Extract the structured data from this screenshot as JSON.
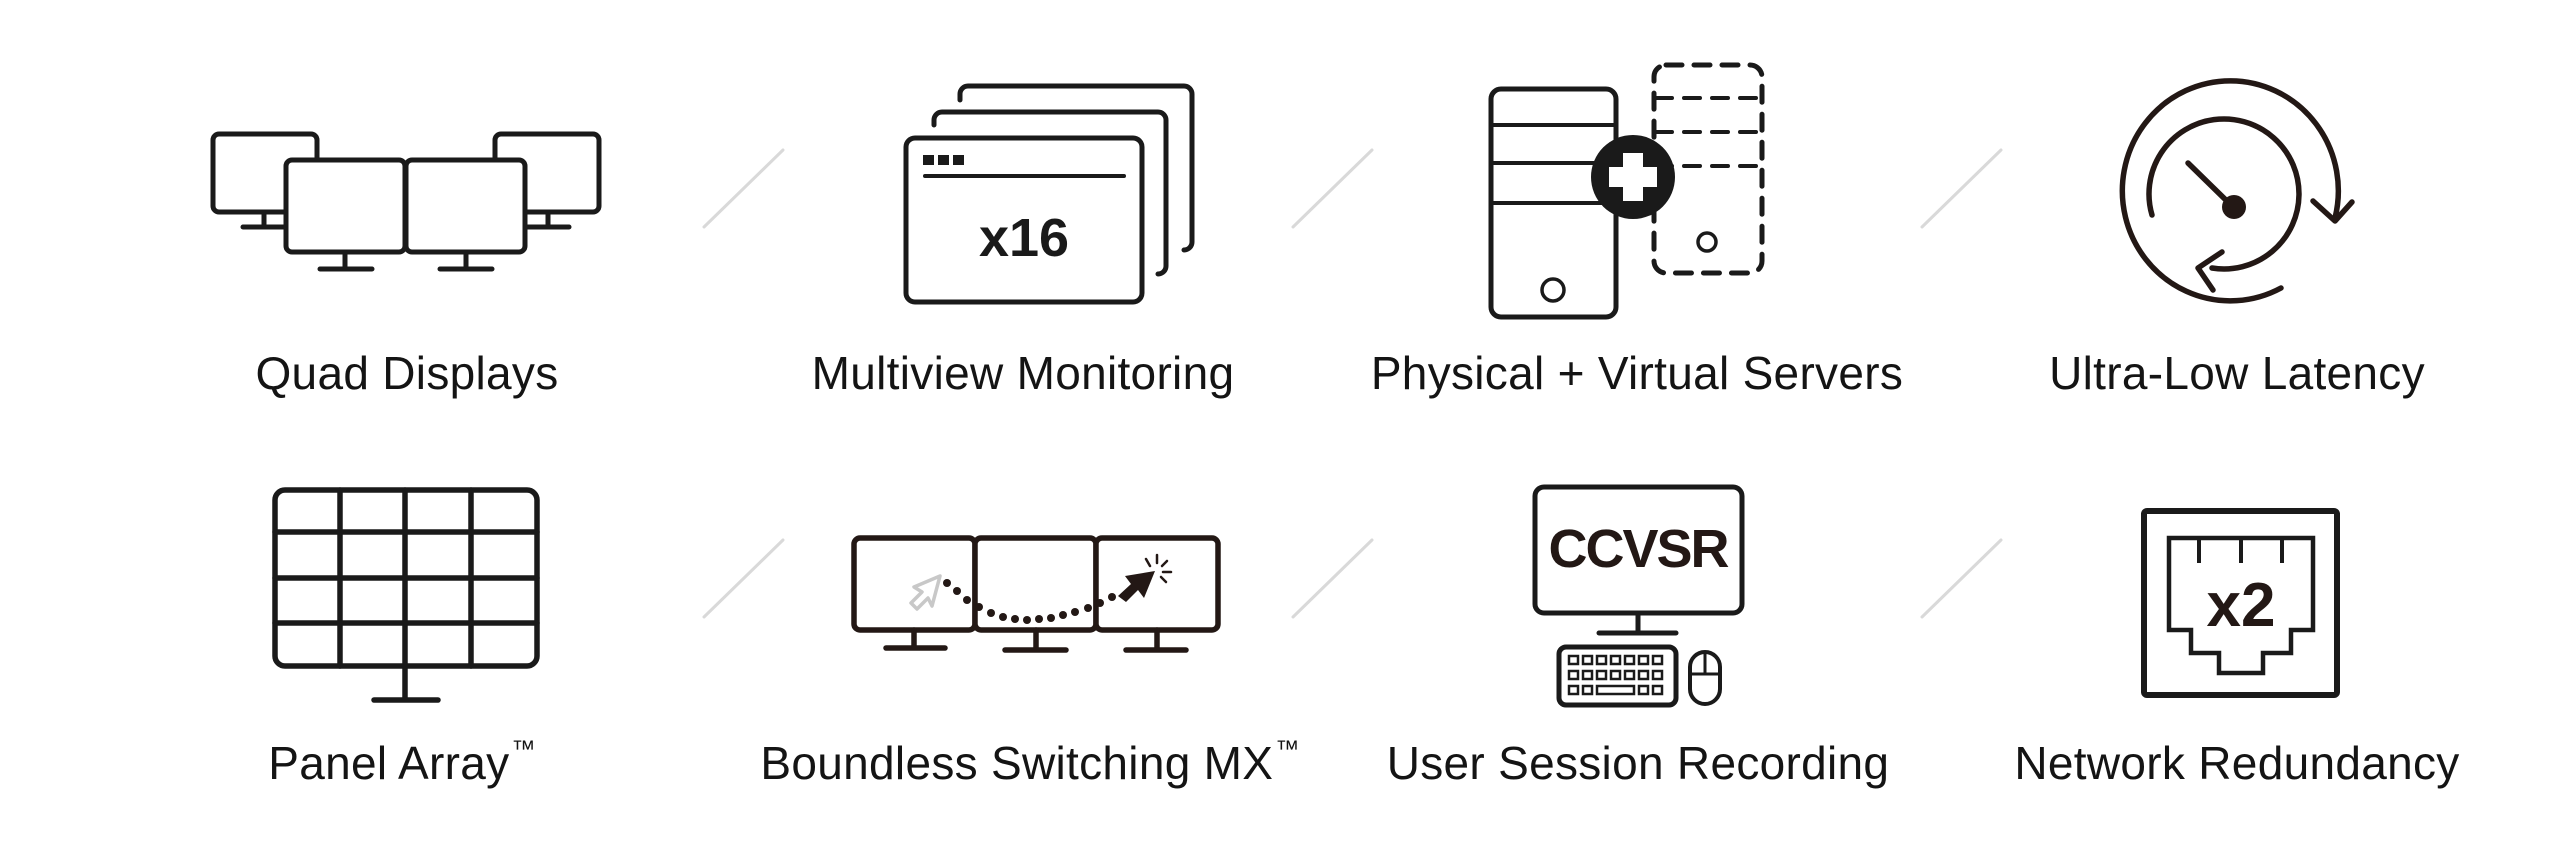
{
  "colors": {
    "background": "#ffffff",
    "icon": "#1a1a1a",
    "icon_warm": "#231815",
    "divider": "#d9d9d9",
    "ghost_cursor": "#c8c8c8",
    "label": "#141414"
  },
  "features": [
    {
      "id": "quad-displays",
      "label": "Quad Displays",
      "trademark": "",
      "icon": "quad-monitors-icon"
    },
    {
      "id": "multiview-monitoring",
      "label": "Multiview Monitoring",
      "trademark": "",
      "icon": "stacked-windows-icon",
      "icon_text": "x16"
    },
    {
      "id": "physical-virtual-servers",
      "label": "Physical + Virtual Servers",
      "trademark": "",
      "icon": "server-plus-virtual-server-icon"
    },
    {
      "id": "ultra-low-latency",
      "label": "Ultra-Low Latency",
      "trademark": "",
      "icon": "gauge-cycle-icon"
    },
    {
      "id": "panel-array",
      "label": "Panel Array",
      "trademark": "™",
      "icon": "grid-monitor-icon"
    },
    {
      "id": "boundless-switching-mx",
      "label": "Boundless Switching MX",
      "trademark": "™",
      "icon": "cursor-across-monitors-icon"
    },
    {
      "id": "user-session-recording",
      "label": "User Session Recording",
      "trademark": "",
      "icon": "computer-keyboard-mouse-icon",
      "icon_text": "CCVSR"
    },
    {
      "id": "network-redundancy",
      "label": "Network Redundancy",
      "trademark": "",
      "icon": "ethernet-port-icon",
      "icon_text": "x2"
    }
  ]
}
